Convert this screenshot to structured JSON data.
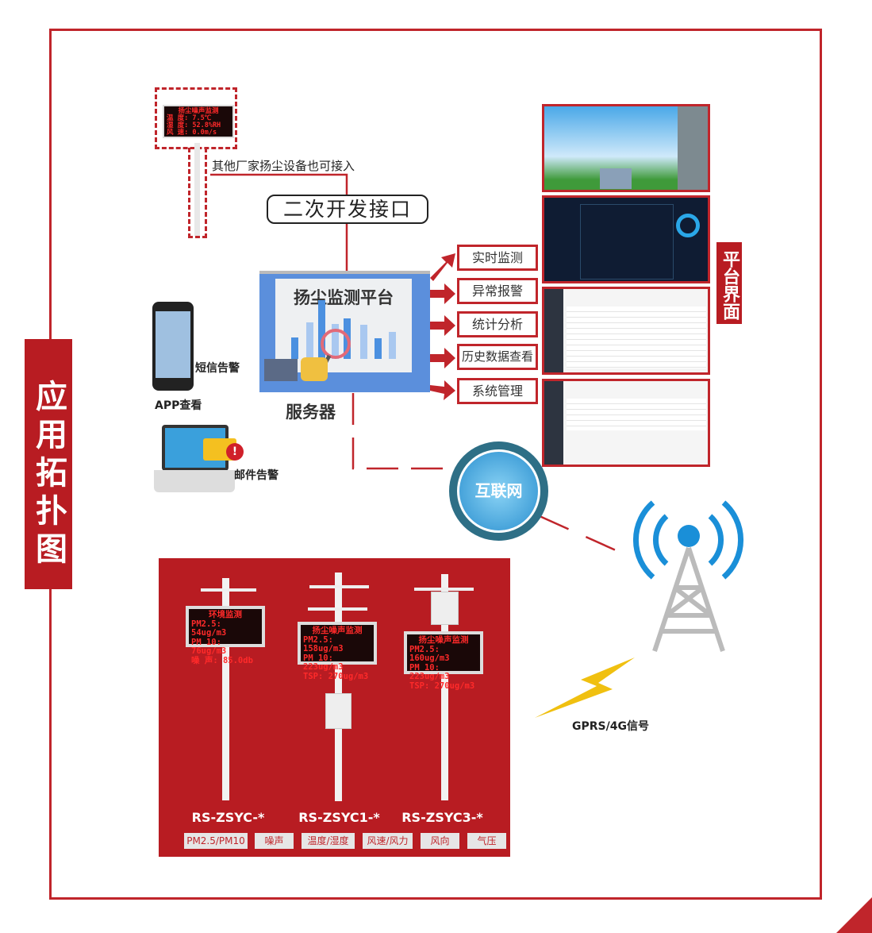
{
  "title": "应用拓扑图",
  "platform_tag": "平台界面",
  "other_devices_note": "其他厂家扬尘设备也可接入",
  "api_label": "二次开发接口",
  "server": {
    "screen_title": "扬尘监测平台",
    "label": "服务器"
  },
  "menu": [
    "实时监测",
    "异常报警",
    "统计分析",
    "历史数据查看",
    "系统管理"
  ],
  "clients": {
    "sms": "短信告警",
    "app": "APP查看",
    "email": "邮件告警"
  },
  "internet": "互联网",
  "signal": "GPRS/4G信号",
  "small_display": {
    "title": "扬尘噪声监测",
    "lines": [
      "温 度:  7.5℃",
      "湿 度: 52.8%RH",
      "风 速:  0.0m/s"
    ]
  },
  "products": [
    {
      "model": "RS-ZSYC-*",
      "display_title": "环境监测",
      "lines": [
        "PM2.5:  54ug/m3",
        "PM 10:  76ug/m3",
        "噪 声:  85.0db"
      ]
    },
    {
      "model": "RS-ZSYC1-*",
      "display_title": "扬尘噪声监测",
      "lines": [
        "PM2.5: 158ug/m3",
        "PM 10: 223ug/m3",
        "  TSP: 270ug/m3"
      ]
    },
    {
      "model": "RS-ZSYC3-*",
      "display_title": "扬尘噪声监测",
      "lines": [
        "PM2.5: 160ug/m3",
        "PM 10: 223ug/m3",
        "  TSP: 270ug/m3"
      ]
    }
  ],
  "features": [
    "PM2.5/PM10",
    "噪声",
    "温度/湿度",
    "风速/风力",
    "风向",
    "气压"
  ],
  "colors": {
    "brand_red": "#c0252b",
    "panel_red": "#b81c22",
    "server_blue": "#5b8fdc",
    "internet_teal": "#2e6f86"
  }
}
